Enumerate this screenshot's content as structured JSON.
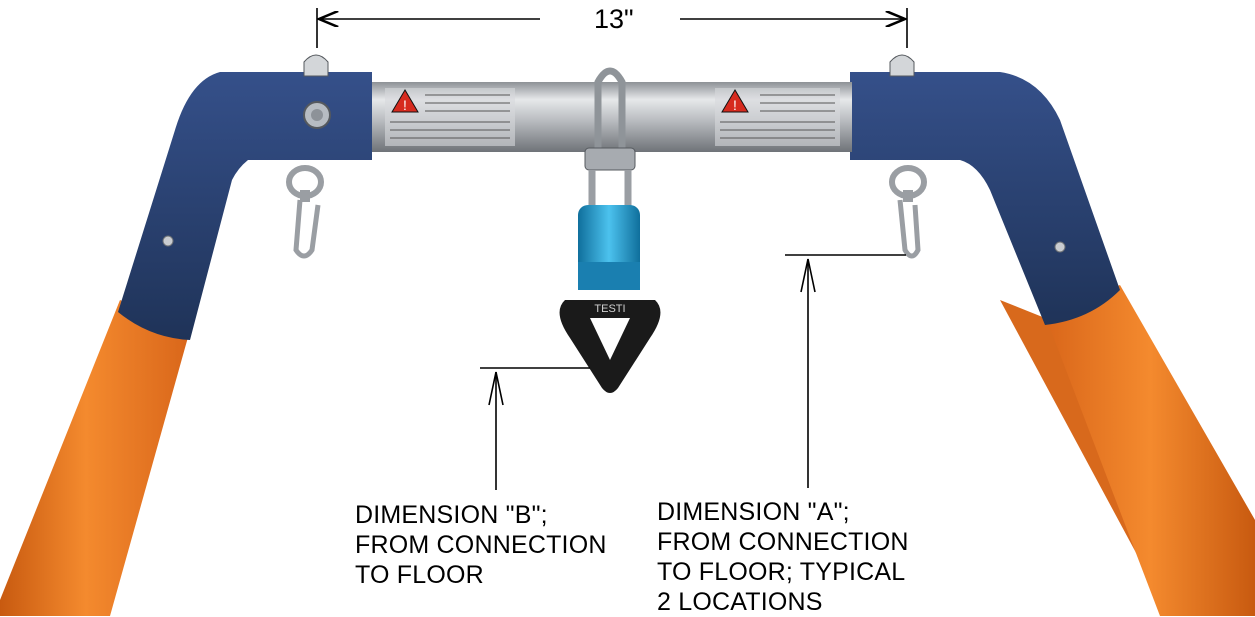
{
  "dimension_top": {
    "value": "13\""
  },
  "label_b": {
    "text": "DIMENSION \"B\";\nFROM CONNECTION\nTO FLOOR"
  },
  "label_a": {
    "text": "DIMENSION \"A\";\nFROM CONNECTION\nTO FLOOR; TYPICAL\n2 LOCATIONS"
  },
  "swivel_text": {
    "brand": "TESTI"
  },
  "colors": {
    "frame_blue": "#27406b",
    "leg_orange": "#f07a1e",
    "bar_silver": "#b9bcc0",
    "swivel_blue": "#1e9bd0",
    "ring_black": "#1a1a1a",
    "hardware_steel": "#9a9ea3"
  }
}
